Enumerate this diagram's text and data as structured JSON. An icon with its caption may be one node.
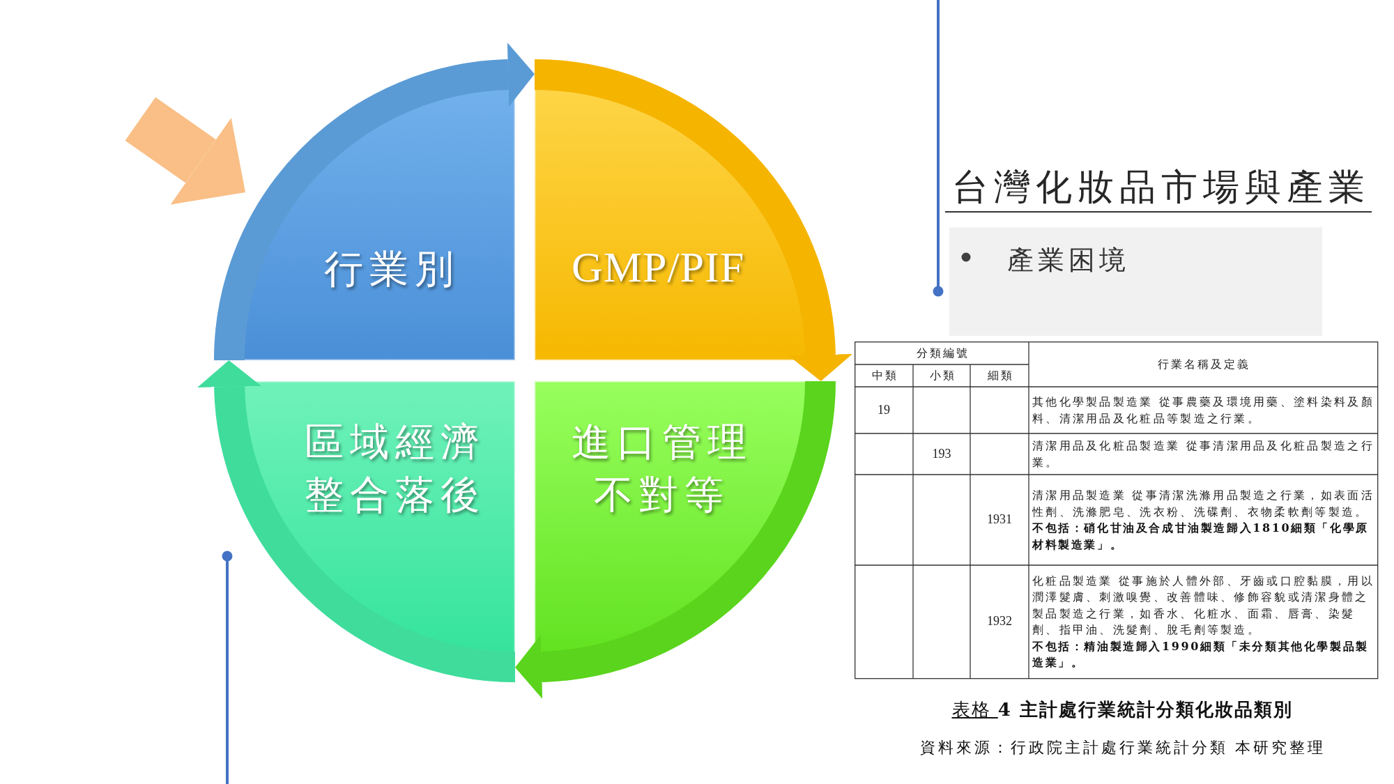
{
  "diagram": {
    "title": "台灣化妝品市場與產業",
    "caption": "表格 **4 主計處行業統計分類化妝品類別**",
    "nodes": [
      {
        "text": [
          "行業別"
        ]
      },
      {
        "text": [
          "GMP/PIF"
        ]
      },
      {
        "text": [
          "區域經濟整合落後"
        ]
      },
      {
        "text": [
          "進口管理不對等"
        ]
      },
      {
        "text": [
          "產業困境"
        ]
      }
    ],
    "edges": [
      {
        "from": null,
        "to": 0,
        "arrow": "to",
        "color": "#f9bf86"
      },
      {
        "from": 0,
        "to": 1,
        "arrow": "to",
        "color": "#5b9bd5"
      },
      {
        "from": 1,
        "to": 3,
        "arrow": "to",
        "color": "#f5b400"
      },
      {
        "from": 3,
        "to": 2,
        "arrow": "to",
        "color": "#5ad41c"
      },
      {
        "from": 2,
        "to": 0,
        "arrow": "to",
        "color": "#3fdc9c"
      }
    ],
    "labels": [
      "分類編號",
      "行業名稱及定義",
      "中類",
      "小類",
      "細類",
      "19",
      "其他化學製品製造業 從事農藥及環境用藥、塗料染料及顏料、清潔用品及化粧品等製造之行業。",
      "193",
      "清潔用品及化粧品製造業 從事清潔用品及化粧品製造之行業。",
      "1931",
      "清潔用品製造業 從事清潔洗滌用品製造之行業，如表面活性劑、洗滌肥皂、洗衣粉、洗碟劑、衣物柔軟劑等製造。",
      "不包括：硝化甘油及合成甘油製造歸入1810細類「化學原材料製造業」。",
      "1932",
      "化粧品製造業 從事施於人體外部、牙齒或口腔黏膜，用以潤澤髮膚、刺激嗅覺、改善體味、修飾容貌或清潔身體之製品製造之行業，如香水、化粧水、面霜、唇膏、染髮劑、指甲油、洗髮劑、脫毛劑等製造。",
      "不包括：精油製造歸入1990細類「未分類其他化學製品製造業」。",
      "資料來源：行政院主計處行業統計分類 本研究整理"
    ]
  }
}
